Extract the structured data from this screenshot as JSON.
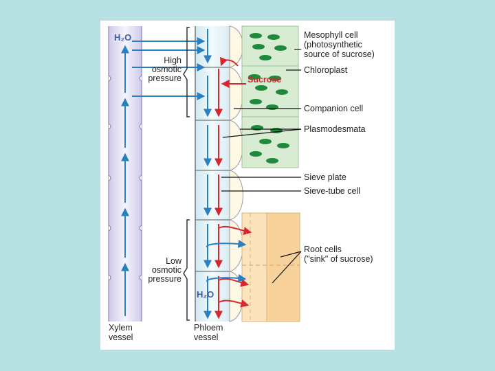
{
  "xylem": {
    "water": "H₂O",
    "label": "Xylem\nvessel"
  },
  "phloem": {
    "water": "H₂O",
    "label": "Phloem\nvessel"
  },
  "pressure": {
    "high": "High\nosmotic\npressure",
    "low": "Low\nosmotic\npressure"
  },
  "sucrose": "Sucrose",
  "labels": {
    "mesophyll": "Mesophyll cell\n(photosynthetic\nsource of sucrose)",
    "chloroplast": "Chloroplast",
    "companion": "Companion cell",
    "plasmodesmata": "Plasmodesmata",
    "sieve_plate": "Sieve plate",
    "sieve_tube": "Sieve-tube cell",
    "root": "Root cells\n(\"sink\" of sucrose)"
  },
  "colors": {
    "background": "#b7e0e3",
    "water_arrow": "#2a7fc0",
    "sucrose_arrow": "#d6262f",
    "xylem_fill": "#e6e4f5",
    "phloem_fill": "#e3f2f7",
    "mesophyll_fill": "#d7ecd2",
    "chloroplast": "#1f8a3b",
    "root_fill": "#f7d29a"
  }
}
